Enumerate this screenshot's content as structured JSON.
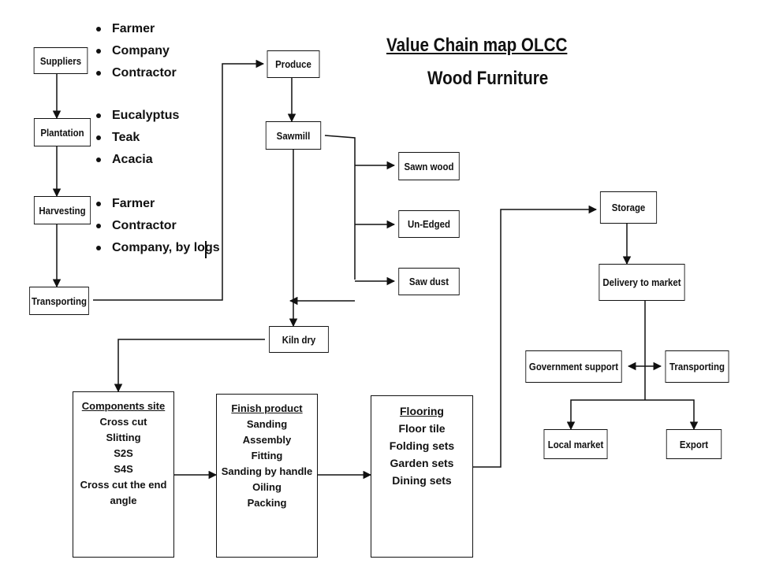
{
  "title": {
    "line1": "Value Chain  map OLCC",
    "line2": "Wood Furniture"
  },
  "steps": {
    "suppliers": "Suppliers",
    "plantation": "Plantation",
    "harvesting": "Harvesting",
    "transporting_left": "Transporting",
    "produce": "Produce",
    "sawmill": "Sawmill",
    "sawn_wood": "Sawn wood",
    "un_edged": "Un-Edged",
    "saw_dust": "Saw dust",
    "kiln_dry": "Kiln dry",
    "storage": "Storage",
    "delivery": "Delivery to market",
    "government_support": "Government support",
    "transporting_right": "Transporting",
    "local_market": "Local market",
    "export": "Export"
  },
  "bullets": {
    "suppliers": [
      "Farmer",
      "Company",
      "Contractor"
    ],
    "plantation": [
      "Eucalyptus",
      "Teak",
      "Acacia"
    ],
    "harvesting": [
      "Farmer",
      "Contractor",
      "Company, by logs"
    ]
  },
  "components_site": {
    "heading": "Components site",
    "lines": [
      "Cross cut",
      "Slitting",
      "S2S",
      "S4S",
      "Cross cut the end",
      "angle"
    ]
  },
  "finish_product": {
    "heading": "Finish product",
    "lines": [
      "Sanding",
      "Assembly",
      "Fitting",
      "Sanding by handle",
      "Oiling",
      "Packing"
    ]
  },
  "flooring": {
    "heading": "Flooring",
    "lines": [
      "Floor tile",
      "Folding sets",
      "Garden sets",
      "Dining sets"
    ]
  }
}
